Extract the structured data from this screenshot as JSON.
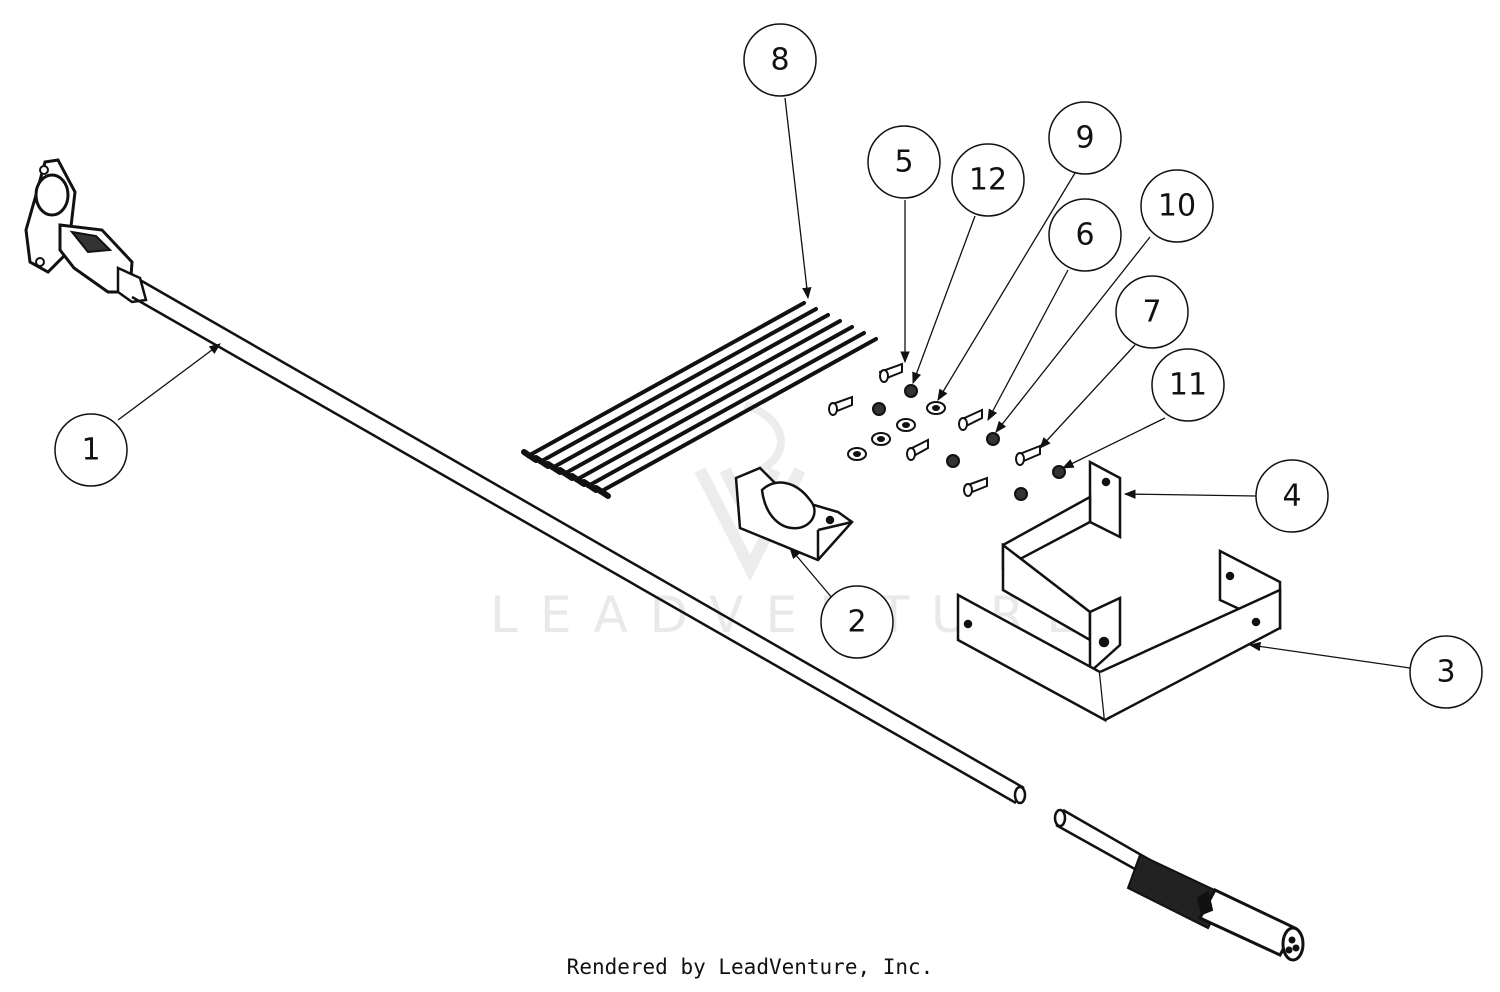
{
  "colors": {
    "line": "#111111",
    "watermark": "#e6e6e6",
    "background": "#ffffff"
  },
  "watermark": {
    "text": "LEADVENTURE"
  },
  "footer": {
    "text": "Rendered by LeadVenture, Inc."
  },
  "callouts": [
    {
      "id": "1",
      "label": "1"
    },
    {
      "id": "2",
      "label": "2"
    },
    {
      "id": "3",
      "label": "3"
    },
    {
      "id": "4",
      "label": "4"
    },
    {
      "id": "5",
      "label": "5"
    },
    {
      "id": "6",
      "label": "6"
    },
    {
      "id": "7",
      "label": "7"
    },
    {
      "id": "8",
      "label": "8"
    },
    {
      "id": "9",
      "label": "9"
    },
    {
      "id": "10",
      "label": "10"
    },
    {
      "id": "11",
      "label": "11"
    },
    {
      "id": "12",
      "label": "12"
    }
  ]
}
